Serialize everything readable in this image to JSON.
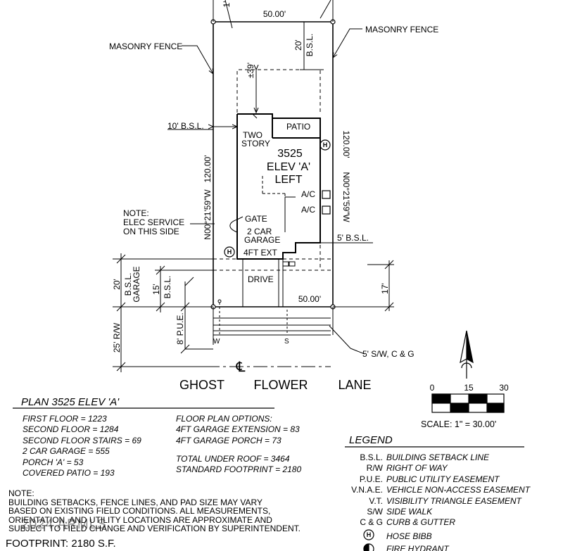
{
  "site": {
    "dim_top_width": "50.00'",
    "dim_bottom_width": "50.00'",
    "dim_right_length": "120.00'",
    "bearing_right": "N00°21'59\"W",
    "dim_left_length": "120.00'",
    "bearing_left": "N00°21'59\"W",
    "fence_left": "MASONRY FENCE",
    "fence_right": "MASONRY FENCE",
    "rear_bsl": "20'",
    "rear_bsl_unit": "B.S.L.",
    "rear_setback_label": "±39'",
    "side_bsl_left": "10' B.S.L.",
    "side_bsl_right": "5' B.S.L.",
    "top_cut_left": "1'",
    "patio": "PATIO",
    "two_story": "TWO\nSTORY",
    "plan_number": "3525",
    "plan_elev": "ELEV 'A'",
    "plan_hand": "LEFT",
    "ac_1": "A/C",
    "ac_2": "A/C",
    "hose_symbol": "H",
    "note_elec": "NOTE:\nELEC SERVICE\nON THIS SIDE",
    "gate": "GATE",
    "garage": "2 CAR\nGARAGE",
    "ext": "4FT EXT",
    "drive": "DRIVE",
    "front_bsl": "20'",
    "front_bsl_unit": "B.S.L.\nGARAGE",
    "front_house_bsl": "15'",
    "front_house_unit": "B.S.L.",
    "pue": "8' P.U.E.",
    "row": "25' R/W",
    "drive_depth": "17'",
    "sidewalk": "5' S/W, C & G",
    "water": "W",
    "sewer": "S",
    "centerline": "℄",
    "street_1": "GHOST",
    "street_2": "FLOWER",
    "street_3": "LANE"
  },
  "scale": {
    "ticks": [
      "0",
      "15",
      "30"
    ],
    "label": "SCALE: 1\" = 30.00'"
  },
  "plan_info": {
    "title": "PLAN 3525 ELEV 'A'",
    "left_items": [
      "FIRST FLOOR = 1223",
      "SECOND FLOOR = 1284",
      "SECOND FLOOR STAIRS = 69",
      "2 CAR GARAGE = 555",
      "PORCH 'A' = 53",
      "COVERED PATIO = 193"
    ],
    "options_title": "FLOOR PLAN OPTIONS:",
    "options": [
      "4FT GARAGE EXTENSION = 83",
      "4FT GARAGE PORCH = 73"
    ],
    "totals": [
      "TOTAL UNDER ROOF = 3464",
      "STANDARD FOOTPRINT = 2180"
    ]
  },
  "legend": {
    "title": "LEGEND",
    "items": [
      {
        "abbr": "B.S.L.",
        "desc": "BUILDING SETBACK LINE"
      },
      {
        "abbr": "R/W",
        "desc": "RIGHT OF WAY"
      },
      {
        "abbr": "P.U.E.",
        "desc": "PUBLIC UTILITY EASEMENT"
      },
      {
        "abbr": "V.N.A.E.",
        "desc": "VEHICLE NON-ACCESS EASEMENT"
      },
      {
        "abbr": "V.T.",
        "desc": "VISIBILITY TRIANGLE EASEMENT"
      },
      {
        "abbr": "S/W",
        "desc": "SIDE WALK"
      },
      {
        "abbr": "C & G",
        "desc": "CURB & GUTTER"
      }
    ],
    "hose_desc": "HOSE BIBB",
    "hydrant_desc": "FIRE HYDRANT"
  },
  "notes": {
    "title": "NOTE:",
    "lines": [
      "BUILDING SETBACKS, FENCE LINES, AND PAD SIZE MAY VARY",
      "BASED ON EXISTING FIELD CONDITIONS.  ALL MEASUREMENTS,",
      "ORIENTATION, AND UTILITY LOCATIONS ARE APPROXIMATE AND",
      "SUBJECT TO FIELD CHANGE AND VERIFICATION BY SUPERINTENDENT."
    ],
    "footprint": "FOOTPRINT: 2180 S.F.",
    "watermark": "2024 ARMLS"
  },
  "colors": {
    "ink": "#000000",
    "background": "#ffffff"
  }
}
